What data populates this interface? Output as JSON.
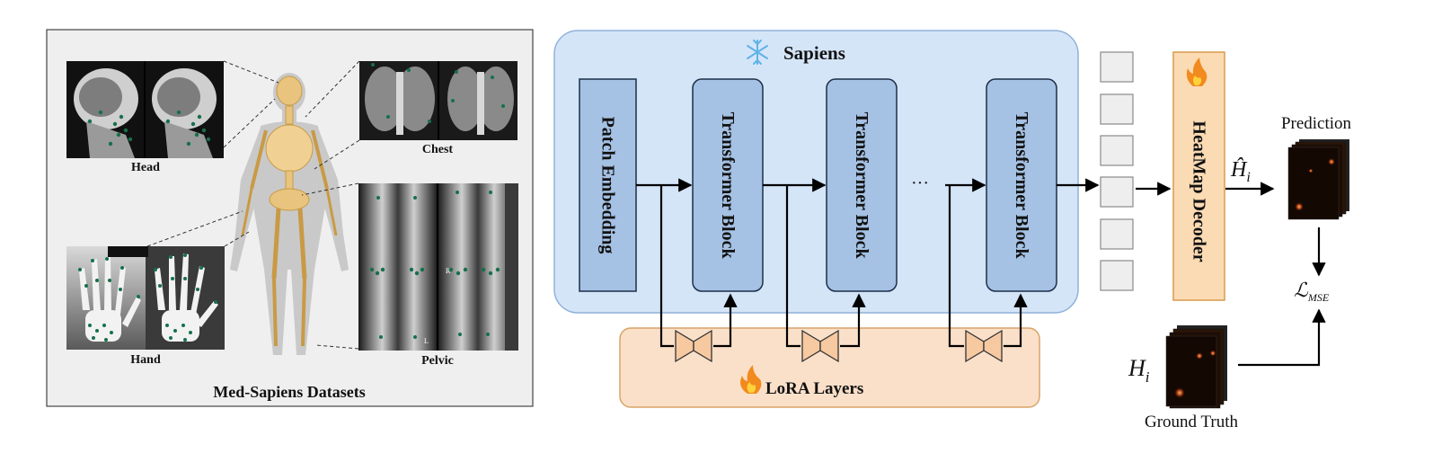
{
  "datasets_panel": {
    "title": "Med-Sapiens Datasets",
    "labels": {
      "head": "Head",
      "chest": "Chest",
      "hand": "Hand",
      "pelvic": "Pelvic"
    },
    "xray_marker_letters": {
      "r": "R",
      "l": "L"
    }
  },
  "model": {
    "sapiens_label": "Sapiens",
    "frozen_icon": "snowflake-icon",
    "patch_embedding_label": "Patch Embedding",
    "transformer_blocks": [
      "Transformer Block",
      "Transformer Block",
      "Transformer Block"
    ],
    "ellipsis": "···",
    "lora_label": "LoRA Layers",
    "trainable_icon": "fire-icon",
    "decoder_label": "HeatMap Decoder"
  },
  "outputs": {
    "prediction_label": "Prediction",
    "prediction_symbol": "Ĥ",
    "prediction_subscript": "i",
    "loss_symbol": "ℒ",
    "loss_subscript": "MSE",
    "gt_symbol": "H",
    "gt_subscript": "i",
    "ground_truth_label": "Ground Truth"
  },
  "colors": {
    "sapiens_fill": "#d5e5f8",
    "block_fill": "#a5c1e3",
    "lora_fill": "#fbe0c9",
    "decoder_fill": "#fbdbb4",
    "token_fill": "#eeeeee",
    "dot_green": "#16704a"
  }
}
